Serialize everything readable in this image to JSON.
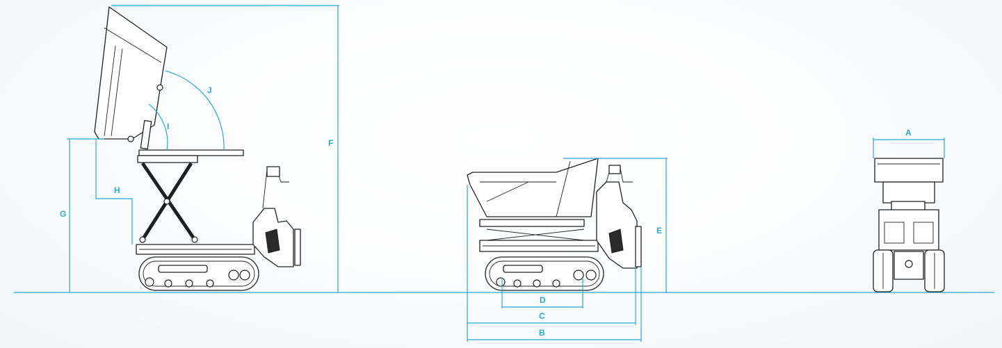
{
  "colors": {
    "dimension": "#27a9d6",
    "linework": "#1f1f1f"
  },
  "dimensions": {
    "A": "A",
    "B": "B",
    "C": "C",
    "D": "D",
    "E": "E",
    "F": "F",
    "G": "G",
    "H": "H",
    "I": "I",
    "J": "J"
  }
}
